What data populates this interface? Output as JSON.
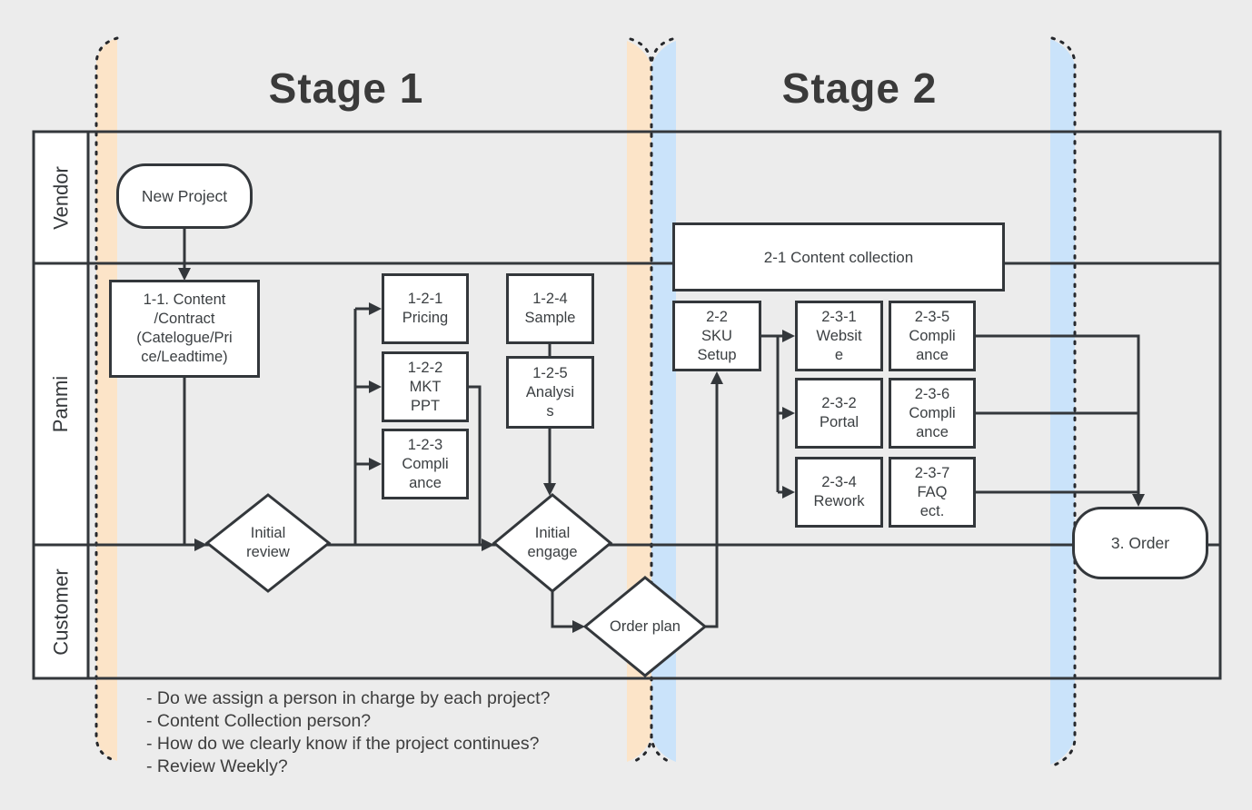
{
  "colors": {
    "background": "#ececec",
    "line": "#33373b",
    "dot": "#26282c",
    "band_orange": "#fce4c8",
    "band_blue": "#cae3fa",
    "shape_fill": "#ffffff",
    "text": "#3b3f42",
    "title": "#3a3a3a"
  },
  "stages": [
    {
      "label": "Stage 1"
    },
    {
      "label": "Stage 2"
    }
  ],
  "lanes": [
    {
      "label": "Vendor"
    },
    {
      "label": "Panmi"
    },
    {
      "label": "Customer"
    }
  ],
  "nodes": {
    "new_project": {
      "label": "New Project"
    },
    "content_contract": {
      "label": "1-1. Content\n/Contract\n(Catelogue/Pri\nce/Leadtime)"
    },
    "pricing": {
      "label": "1-2-1\nPricing"
    },
    "mkt_ppt": {
      "label": "1-2-2\nMKT\nPPT"
    },
    "compliance_1_2_3": {
      "label": "1-2-3\nCompli\nance"
    },
    "sample": {
      "label": "1-2-4\nSample"
    },
    "analysis": {
      "label": "1-2-5\nAnalysi\ns"
    },
    "initial_review": {
      "label": "Initial\nreview"
    },
    "initial_engage": {
      "label": "Initial\nengage"
    },
    "order_plan": {
      "label": "Order plan"
    },
    "content_collection": {
      "label": "2-1 Content collection"
    },
    "sku_setup": {
      "label": "2-2\nSKU\nSetup"
    },
    "website": {
      "label": "2-3-1\nWebsit\ne"
    },
    "portal": {
      "label": "2-3-2\nPortal"
    },
    "rework": {
      "label": "2-3-4\nRework"
    },
    "compliance_2_3_5": {
      "label": "2-3-5\nCompli\nance"
    },
    "compliance_2_3_6": {
      "label": "2-3-6\nCompli\nance"
    },
    "faq": {
      "label": "2-3-7\nFAQ\nect."
    },
    "order": {
      "label": "3. Order"
    }
  },
  "notes": {
    "lines": [
      "- Do we assign a person in charge by each project?",
      "- Content Collection person?",
      "- How do we clearly know if the project continues?",
      "- Review Weekly?"
    ]
  }
}
